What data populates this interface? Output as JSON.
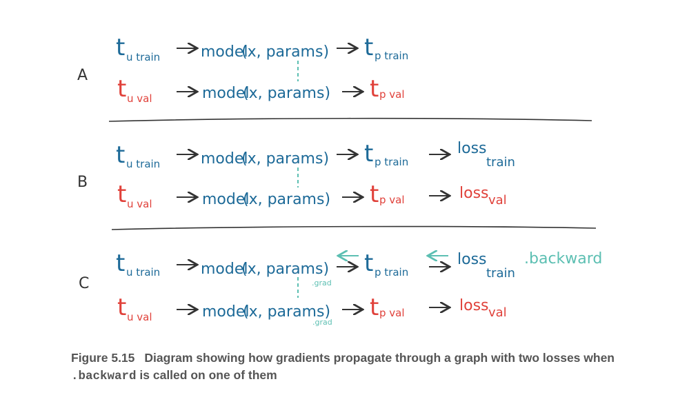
{
  "panels": [
    {
      "label": "A",
      "rows": [
        {
          "t": "t",
          "t_sub": "u train",
          "model": "model",
          "args": "(x, params)",
          "out": "t",
          "out_sub": "p train"
        },
        {
          "t": "t",
          "t_sub": "u val",
          "model": "model",
          "args": "(x, params)",
          "out": "t",
          "out_sub": "p val"
        }
      ]
    },
    {
      "label": "B",
      "rows": [
        {
          "t": "t",
          "t_sub": "u train",
          "model": "model",
          "args": "(x, params)",
          "out": "t",
          "out_sub": "p train",
          "loss": "loss",
          "loss_sub": "train"
        },
        {
          "t": "t",
          "t_sub": "u val",
          "model": "model",
          "args": "(x, params)",
          "out": "t",
          "out_sub": "p val",
          "loss": "loss",
          "loss_sub": "val"
        }
      ]
    },
    {
      "label": "C",
      "rows": [
        {
          "t": "t",
          "t_sub": "u train",
          "model": "model",
          "args": "(x, params)",
          "grad": ".grad",
          "out": "t",
          "out_sub": "p train",
          "loss": "loss",
          "loss_sub": "train",
          "backward": ".backward"
        },
        {
          "t": "t",
          "t_sub": "u val",
          "model": "model",
          "args": "(x, params)",
          "grad": ".grad",
          "out": "t",
          "out_sub": "p val",
          "loss": "loss",
          "loss_sub": "val"
        }
      ]
    }
  ],
  "caption": {
    "number": "Figure 5.15",
    "text_before": "Diagram showing how gradients propagate through a graph with two losses when",
    "code": ".backward",
    "text_after": "is called on one of them"
  },
  "colors": {
    "train": "#1d6a98",
    "val": "#e0413a",
    "gradient": "#5cbfb2",
    "ink": "#333333"
  }
}
